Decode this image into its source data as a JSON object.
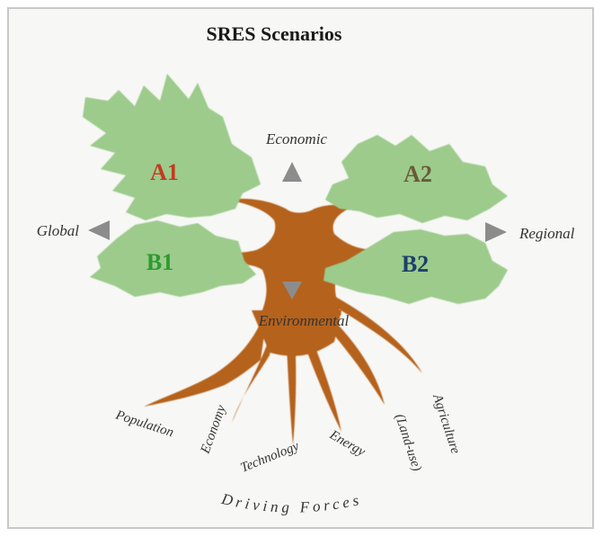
{
  "title": "SRES Scenarios",
  "axes": {
    "top": "Economic",
    "bottom": "Environmental",
    "left": "Global",
    "right": "Regional"
  },
  "scenarios": {
    "a1": "A1",
    "a2": "A2",
    "b1": "B1",
    "b2": "B2"
  },
  "forces": {
    "population": "Population",
    "economy": "Economy",
    "technology": "Technology",
    "energy": "Energy",
    "land_use": "(Land-use)",
    "agriculture": "Agriculture"
  },
  "driving_forces": "Driving Forces",
  "colors": {
    "foliage": "#9ccb8c",
    "trunk": "#b5621a",
    "arrow": "#8c8c8c",
    "a1": "#c43a1f",
    "a2": "#6b5a3a",
    "b1": "#2e9a2e",
    "b2": "#1f3f6b"
  }
}
